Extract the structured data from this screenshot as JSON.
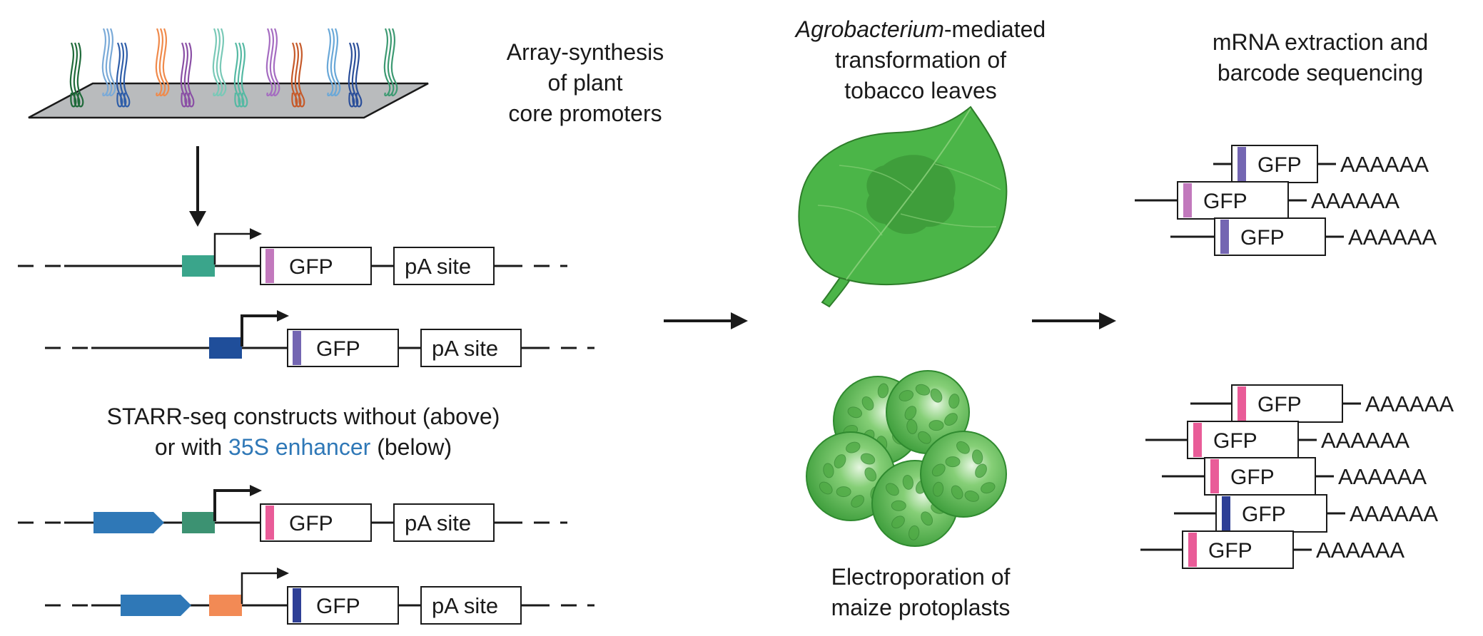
{
  "captions": {
    "array_synthesis": [
      "Array-synthesis",
      "of plant",
      "core promoters"
    ],
    "starr_line1": "STARR-seq constructs without (above)",
    "starr_line2_pre": "or with ",
    "starr_line2_highlight": "35S enhancer",
    "starr_line2_post": " (below)",
    "agro_italic": "Agrobacterium",
    "agro_rest": "-mediated",
    "agro_line2": "transformation of",
    "agro_line3": "tobacco leaves",
    "electro_line1": "Electroporation of",
    "electro_line2": "maize protoplasts",
    "mrna_line1": "mRNA extraction and",
    "mrna_line2": "barcode sequencing"
  },
  "construct": {
    "reporter_label": "GFP",
    "pa_label": "pA site"
  },
  "reads": {
    "reporter_label": "GFP",
    "polya_label": "AAAAAA"
  },
  "colors": {
    "promoter_teal": "#3aa58b",
    "promoter_navy": "#1f4e9a",
    "promoter_green": "#3c9272",
    "promoter_orange": "#f28a55",
    "enhancer_blue": "#2f78b7",
    "barcode_violet": "#c279bd",
    "barcode_purple": "#7466b2",
    "barcode_pink": "#e95c98",
    "barcode_navy": "#2e3f96",
    "leaf_green": "#4bb548",
    "protoplast_green": "#5dba50",
    "chip_gray": "#b9bbbd"
  }
}
